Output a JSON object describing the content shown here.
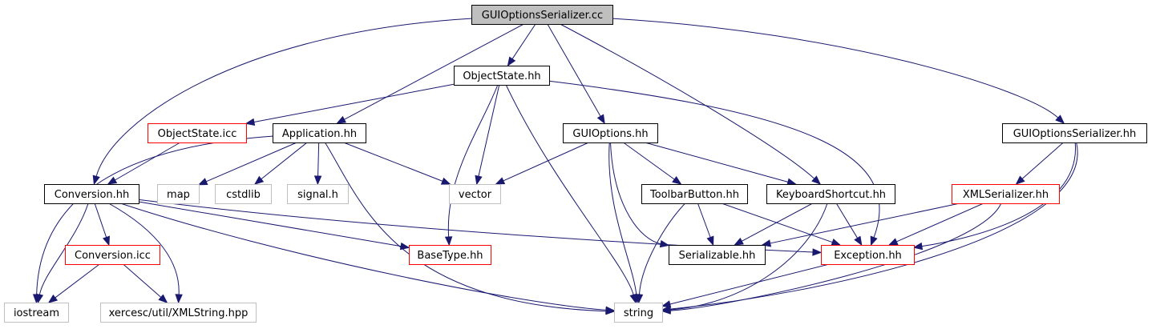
{
  "diagram": {
    "colors": {
      "edge": "#191970",
      "root_fill": "#bfbfbf",
      "root_border": "#000000",
      "normal_border": "#000000",
      "linked_border": "#ff0000",
      "external_border": "#bfbfbf",
      "external_text": "#000000"
    },
    "nodes": [
      {
        "id": "gui_options_serializer_cc",
        "label": "GUIOptionsSerializer.cc",
        "kind": "root"
      },
      {
        "id": "object_state_hh",
        "label": "ObjectState.hh",
        "kind": "normal"
      },
      {
        "id": "object_state_icc",
        "label": "ObjectState.icc",
        "kind": "linked"
      },
      {
        "id": "application_hh",
        "label": "Application.hh",
        "kind": "normal"
      },
      {
        "id": "gui_options_hh",
        "label": "GUIOptions.hh",
        "kind": "normal"
      },
      {
        "id": "gui_options_serializer_hh",
        "label": "GUIOptionsSerializer.hh",
        "kind": "normal"
      },
      {
        "id": "conversion_hh",
        "label": "Conversion.hh",
        "kind": "normal"
      },
      {
        "id": "map",
        "label": "map",
        "kind": "external"
      },
      {
        "id": "cstdlib",
        "label": "cstdlib",
        "kind": "external"
      },
      {
        "id": "signal_h",
        "label": "signal.h",
        "kind": "external"
      },
      {
        "id": "vector",
        "label": "vector",
        "kind": "external"
      },
      {
        "id": "toolbar_button_hh",
        "label": "ToolbarButton.hh",
        "kind": "normal"
      },
      {
        "id": "keyboard_shortcut_hh",
        "label": "KeyboardShortcut.hh",
        "kind": "normal"
      },
      {
        "id": "xml_serializer_hh",
        "label": "XMLSerializer.hh",
        "kind": "linked"
      },
      {
        "id": "conversion_icc",
        "label": "Conversion.icc",
        "kind": "linked"
      },
      {
        "id": "base_type_hh",
        "label": "BaseType.hh",
        "kind": "linked"
      },
      {
        "id": "serializable_hh",
        "label": "Serializable.hh",
        "kind": "normal"
      },
      {
        "id": "exception_hh",
        "label": "Exception.hh",
        "kind": "linked"
      },
      {
        "id": "iostream",
        "label": "iostream",
        "kind": "external"
      },
      {
        "id": "xmlstring_hpp",
        "label": "xercesc/util/XMLString.hpp",
        "kind": "external"
      },
      {
        "id": "string",
        "label": "string",
        "kind": "external"
      }
    ],
    "edges": [
      {
        "from": "gui_options_serializer_cc",
        "to": "object_state_hh"
      },
      {
        "from": "gui_options_serializer_cc",
        "to": "application_hh"
      },
      {
        "from": "gui_options_serializer_cc",
        "to": "gui_options_hh"
      },
      {
        "from": "gui_options_serializer_cc",
        "to": "gui_options_serializer_hh"
      },
      {
        "from": "gui_options_serializer_cc",
        "to": "conversion_hh"
      },
      {
        "from": "gui_options_serializer_cc",
        "to": "keyboard_shortcut_hh"
      },
      {
        "from": "object_state_hh",
        "to": "object_state_icc"
      },
      {
        "from": "object_state_hh",
        "to": "vector"
      },
      {
        "from": "object_state_hh",
        "to": "base_type_hh"
      },
      {
        "from": "object_state_hh",
        "to": "string"
      },
      {
        "from": "object_state_hh",
        "to": "exception_hh"
      },
      {
        "from": "object_state_icc",
        "to": "conversion_hh"
      },
      {
        "from": "application_hh",
        "to": "iostream"
      },
      {
        "from": "application_hh",
        "to": "map"
      },
      {
        "from": "application_hh",
        "to": "cstdlib"
      },
      {
        "from": "application_hh",
        "to": "signal_h"
      },
      {
        "from": "application_hh",
        "to": "vector"
      },
      {
        "from": "application_hh",
        "to": "string"
      },
      {
        "from": "gui_options_hh",
        "to": "vector"
      },
      {
        "from": "gui_options_hh",
        "to": "toolbar_button_hh"
      },
      {
        "from": "gui_options_hh",
        "to": "keyboard_shortcut_hh"
      },
      {
        "from": "gui_options_hh",
        "to": "serializable_hh"
      },
      {
        "from": "gui_options_hh",
        "to": "string"
      },
      {
        "from": "gui_options_serializer_hh",
        "to": "xml_serializer_hh"
      },
      {
        "from": "gui_options_serializer_hh",
        "to": "exception_hh"
      },
      {
        "from": "gui_options_serializer_hh",
        "to": "string"
      },
      {
        "from": "conversion_hh",
        "to": "conversion_icc"
      },
      {
        "from": "conversion_hh",
        "to": "iostream"
      },
      {
        "from": "conversion_hh",
        "to": "xmlstring_hpp"
      },
      {
        "from": "conversion_hh",
        "to": "base_type_hh"
      },
      {
        "from": "conversion_hh",
        "to": "exception_hh"
      },
      {
        "from": "conversion_hh",
        "to": "string"
      },
      {
        "from": "conversion_icc",
        "to": "iostream"
      },
      {
        "from": "conversion_icc",
        "to": "xmlstring_hpp"
      },
      {
        "from": "toolbar_button_hh",
        "to": "serializable_hh"
      },
      {
        "from": "toolbar_button_hh",
        "to": "exception_hh"
      },
      {
        "from": "toolbar_button_hh",
        "to": "string"
      },
      {
        "from": "keyboard_shortcut_hh",
        "to": "serializable_hh"
      },
      {
        "from": "keyboard_shortcut_hh",
        "to": "exception_hh"
      },
      {
        "from": "keyboard_shortcut_hh",
        "to": "string"
      },
      {
        "from": "xml_serializer_hh",
        "to": "serializable_hh"
      },
      {
        "from": "xml_serializer_hh",
        "to": "exception_hh"
      },
      {
        "from": "xml_serializer_hh",
        "to": "string"
      },
      {
        "from": "exception_hh",
        "to": "string"
      }
    ]
  }
}
